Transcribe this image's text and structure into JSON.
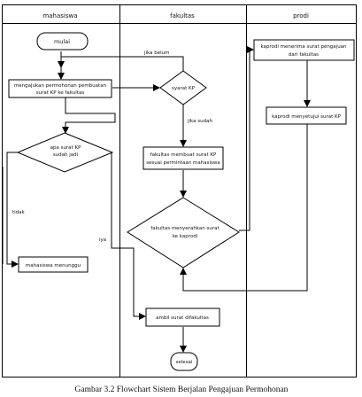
{
  "lanes": [
    "mahasiswa",
    "fakultas",
    "prodi"
  ],
  "nodes": {
    "mulai": "mulai",
    "mengajukan_line1": "mengajukan permohonan pembuatan",
    "mengajukan_line2": "surat KP ke fakultas",
    "syarat_kp": "syarat KP",
    "kaprodi_menerima_line1": "kaprodi menerima surat pengajuan",
    "kaprodi_menerima_line2": "dari fakultas",
    "kaprodi_menyetujui": "kaprodi menyetujui surat KP",
    "apa_surat_line1": "apa surat KP",
    "apa_surat_line2": "sudah jadi",
    "fakultas_membuat_line1": "fakultas membuat surat KP",
    "fakultas_membuat_line2": "sesuai permintaan mahasiswa",
    "fakultas_menyerahkan_line1": "fakultas menyerahkan surat",
    "fakultas_menyerahkan_line2": "ke kaprodi",
    "mahasiswa_menunggu": "mahasiswa menunggu",
    "ambil_surat": "ambil surat difakultas",
    "selesai": "selesai"
  },
  "edge_labels": {
    "jika_belum": "jika belum",
    "jika_sudah": "jika sudah",
    "tidak": "tidak",
    "iya": "iya"
  },
  "caption": "Gambar 3.2 Flowchart Sistem Berjalan Pengajuan Permohonan"
}
